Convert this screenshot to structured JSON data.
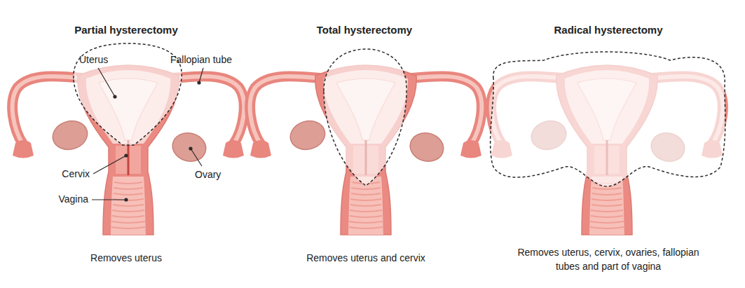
{
  "diagram": {
    "labels": [
      "Partial hysterectomy",
      "Total hysterectomy",
      "Radical hysterectomy",
      "Uterus",
      "Fallopian tube",
      "Cervix",
      "Ovary",
      "Vagina",
      "Removes uterus",
      "Removes uterus and cervix",
      "Removes uterus, cervix, ovaries, fallopian tubes and part of vagina"
    ]
  }
}
